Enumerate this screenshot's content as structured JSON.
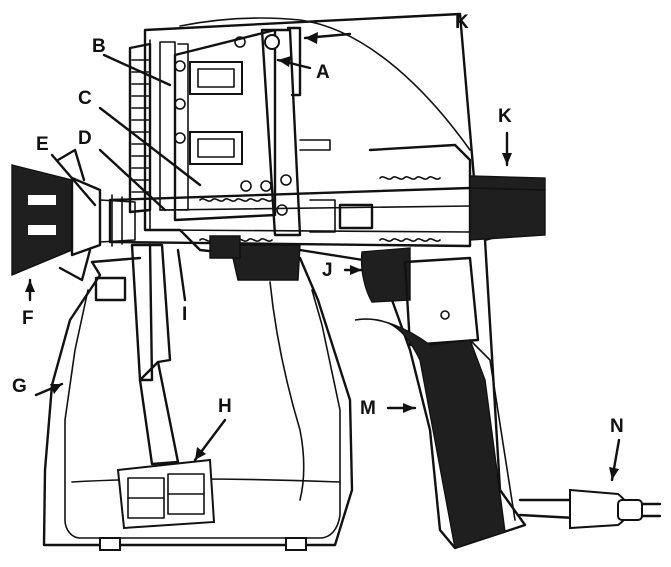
{
  "diagram": {
    "labels": {
      "A": "A",
      "B": "B",
      "C": "C",
      "D": "D",
      "E": "E",
      "F": "F",
      "G": "G",
      "H": "H",
      "I": "I",
      "J": "J",
      "K": "K",
      "M": "M",
      "N": "N"
    },
    "colors": {
      "ink": "#111111",
      "paper": "#ffffff",
      "dark_fill": "#1f1f1f"
    }
  }
}
